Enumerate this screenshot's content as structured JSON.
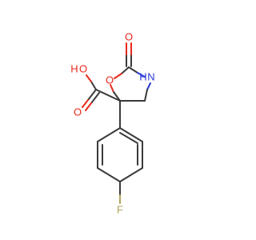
{
  "atoms": {
    "carbonyl_o": "O",
    "ring_o": "O",
    "ring_nh": "H",
    "ring_n": "N",
    "acid_oh": "O",
    "acid_h": "H",
    "acid_o": "O",
    "fluorine": "F"
  },
  "colors": {
    "bond": "#3a3a3a",
    "oxygen": "#e8271a",
    "nitrogen": "#2a3ad6",
    "fluorine": "#b2a45a"
  }
}
